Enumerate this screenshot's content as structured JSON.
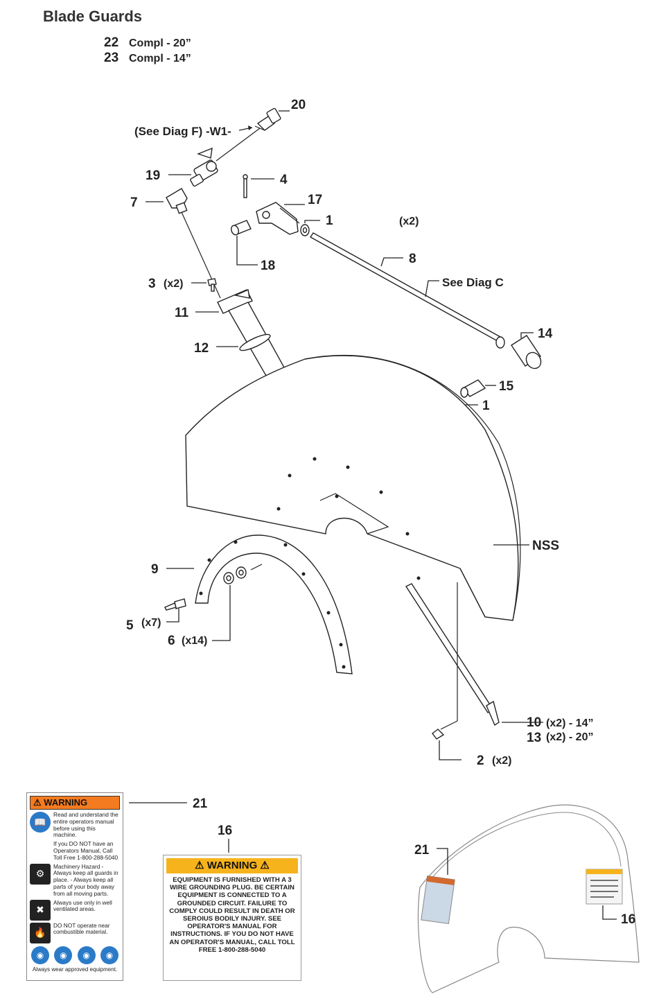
{
  "title": "Blade Guards",
  "assemblies": [
    {
      "number": "22",
      "text": "Compl - 20”"
    },
    {
      "number": "23",
      "text": "Compl - 14”"
    }
  ],
  "callouts": {
    "p20": "20",
    "see_diag_f": "(See Diag F) -W1-",
    "p19": "19",
    "p4": "4",
    "p7": "7",
    "p17": "17",
    "p1_top": "1",
    "x2_top": "(x2)",
    "p18": "18",
    "p8": "8",
    "see_diag_c": "See Diag C",
    "p3": "3",
    "x2_p3": "(x2)",
    "p11": "11",
    "p14": "14",
    "p12": "12",
    "p15": "15",
    "p1_mid": "1",
    "nss": "NSS",
    "p9": "9",
    "p5": "5",
    "x7": "(x7)",
    "p6": "6",
    "x14": "(x14)",
    "p10": "10",
    "p10_qty": "(x2) - 14”",
    "p13": "13",
    "p13_qty": "(x2) - 20”",
    "p2": "2",
    "x2_p2": "(x2)",
    "p21": "21",
    "p16": "16",
    "p21_inset": "21",
    "p16_inset": "16"
  },
  "decal_21": {
    "header": "WARNING",
    "rows": [
      {
        "icon": "manual-icon",
        "text": "Read and understand the entire operators manual before using this machine."
      },
      {
        "icon": "none",
        "text": "If you DO NOT have an Operators Manual, Call Toll Free 1-800-288-5040"
      },
      {
        "icon": "hazard-icon",
        "text": "Machinery Hazard - Always keep all guards in place. - Always keep all parts of your body away from all moving parts."
      },
      {
        "icon": "ventilation-icon",
        "text": "Always use only in well ventilated areas."
      },
      {
        "icon": "fire-icon",
        "text": "DO NOT operate near combustible material."
      }
    ],
    "footer": "Always wear approved equipment."
  },
  "decal_16": {
    "header": "WARNING",
    "body": "EQUIPMENT IS FURNISHED WITH A 3 WIRE GROUNDING PLUG. BE CERTAIN EQUIPMENT IS CONNECTED TO A GROUNDED CIRCUIT. FAILURE TO COMPLY COULD RESULT IN DEATH OR SEROIUS BODILY INJURY. SEE OPERATOR'S MANUAL FOR INSTRUCTIONS. IF YOU DO NOT HAVE AN OPERATOR'S MANUAL, CALL TOLL FREE 1-800-288-5040"
  },
  "colors": {
    "decal_21_header": "#f47b20",
    "decal_16_header": "#f6b31c",
    "ppe_blue": "#2a7ac8"
  }
}
